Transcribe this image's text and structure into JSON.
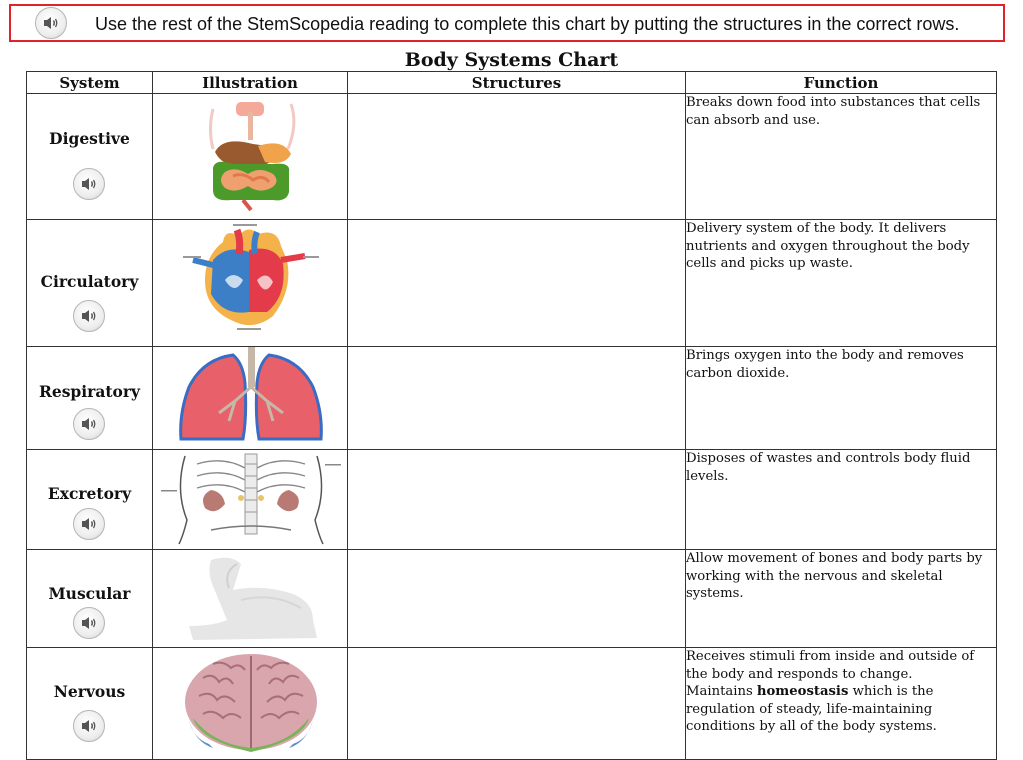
{
  "instruction": {
    "text": "Use the rest of the StemScopedia reading to complete this chart by putting the structures in the correct rows."
  },
  "chart": {
    "title": "Body Systems Chart",
    "headers": [
      "System",
      "Illustration",
      "Structures",
      "Function"
    ],
    "rows": [
      {
        "system": "Digestive",
        "function": "Breaks down food into substances that cells can absorb and use."
      },
      {
        "system": "Circulatory",
        "function": "Delivery system of the body.  It delivers nutrients and oxygen throughout the body cells and picks up waste."
      },
      {
        "system": "Respiratory",
        "function": "Brings oxygen into the body and removes carbon dioxide."
      },
      {
        "system": "Excretory",
        "function": "Disposes of wastes and controls body fluid levels."
      },
      {
        "system": "Muscular",
        "function": "Allow movement of bones and body parts by working with the nervous and skeletal systems."
      },
      {
        "system": "Nervous",
        "function": "Receives stimuli from inside and outside of the body and responds to change.",
        "function_2_pre": "Maintains ",
        "function_2_bold": "homeostasis",
        "function_2_post": " which is the regulation of steady, life-maintaining conditions by all of the body systems."
      }
    ]
  },
  "icons": {
    "audio": "speaker-icon"
  },
  "colors": {
    "instruction_border": "#e0232b"
  }
}
